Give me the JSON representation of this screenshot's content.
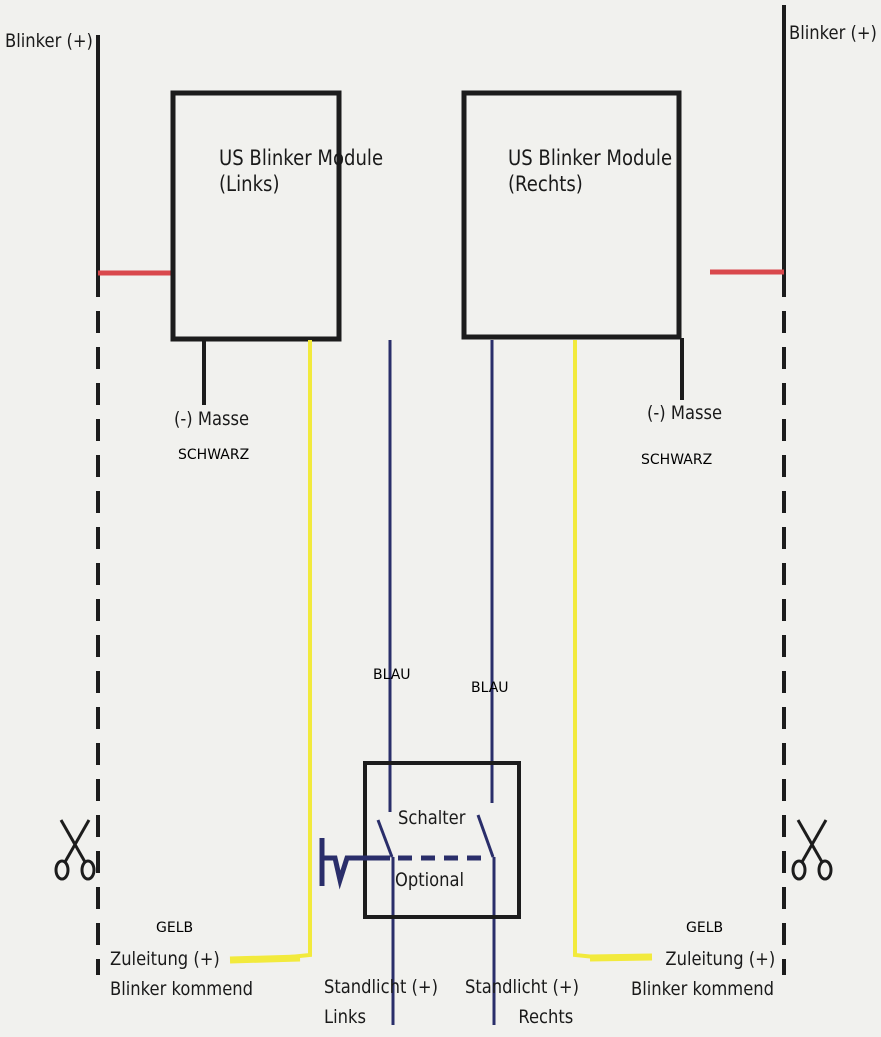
{
  "labels": {
    "blinker_left": "Blinker (+)",
    "blinker_right": "Blinker (+)",
    "module_left_line1": "US Blinker Module",
    "module_left_line2": "(Links)",
    "module_right_line1": "US Blinker Module",
    "module_right_line2": "(Rechts)",
    "masse_left": "(-) Masse",
    "masse_right": "(-) Masse",
    "schwarz_left": "SCHWARZ",
    "schwarz_right": "SCHWARZ",
    "blau_left": "BLAU",
    "blau_right": "BLAU",
    "switch_line1": "Schalter",
    "switch_line2": "Optional",
    "gelb_left": "GELB",
    "gelb_right": "GELB",
    "zuleitung_left_line1": "Zuleitung (+)",
    "zuleitung_left_line2": "Blinker kommend",
    "zuleitung_right_line1": "Zuleitung (+)",
    "zuleitung_right_line2": "Blinker kommend",
    "standlicht_left_line1": "Standlicht (+)",
    "standlicht_left_line2": "Links",
    "standlicht_right_line1": "Standlicht (+)",
    "standlicht_right_line2": "Rechts"
  },
  "colors": {
    "wire_black": "#1c1c1c",
    "wire_red": "#d9484c",
    "wire_yellow": "#f2ea3c",
    "wire_blue": "#2a2e6a"
  }
}
